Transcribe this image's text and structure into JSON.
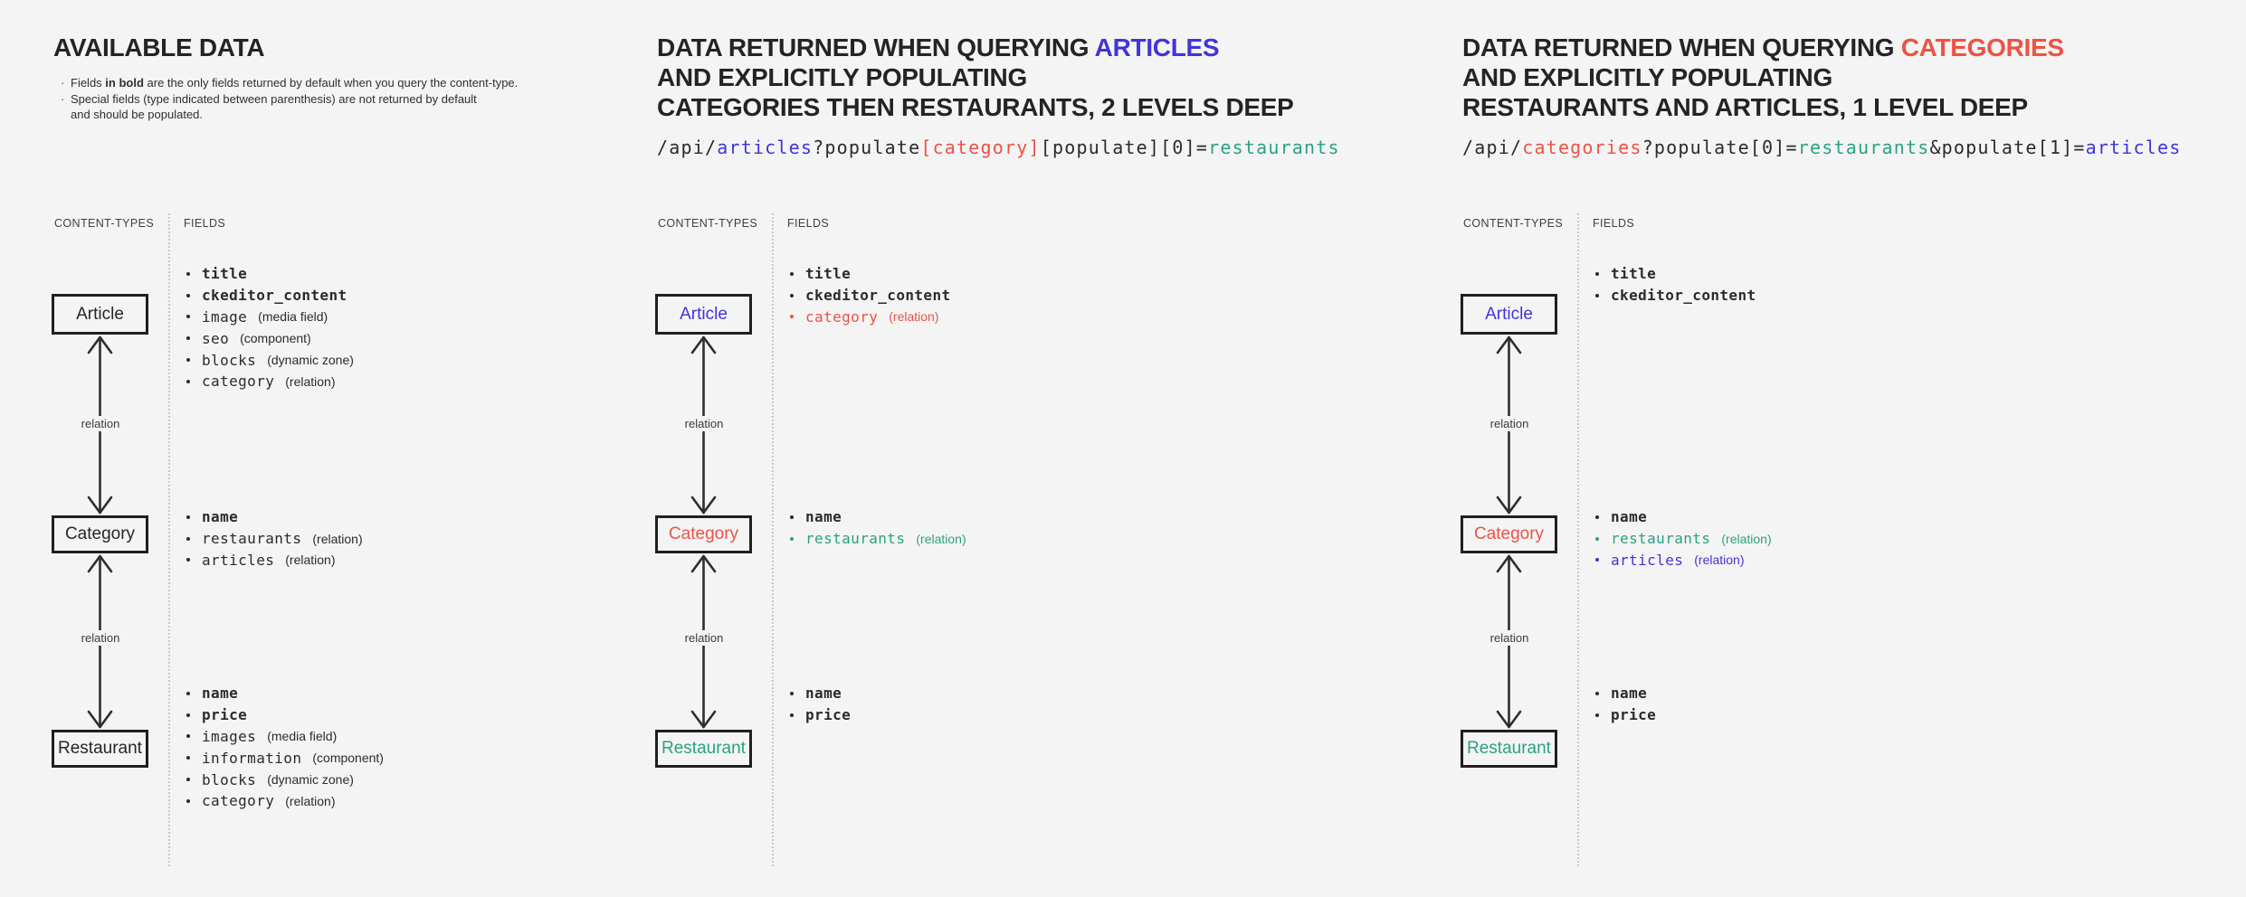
{
  "colors": {
    "background": "#f4f4f4",
    "ink": "#262626",
    "blue": "#4134d8",
    "red": "#ed5244",
    "teal": "#2aa283"
  },
  "col1": {
    "title": "AVAILABLE DATA",
    "note1": {
      "pre": "Fields ",
      "bold": "in bold",
      "post": " are the only fields returned by default when you query the content-type."
    },
    "note2": {
      "line1": "Special fields (type indicated between parenthesis) are not returned by default",
      "line2": "and should be populated."
    },
    "header_left": "CONTENT-TYPES",
    "header_right": "FIELDS",
    "relation1": "relation",
    "relation2": "relation",
    "box_article": {
      "label": "Article",
      "color": "#262626"
    },
    "box_category": {
      "label": "Category",
      "color": "#262626"
    },
    "box_restaurant": {
      "label": "Restaurant",
      "color": "#262626"
    },
    "article_fields": [
      {
        "name": "title",
        "type": "",
        "color": "#2b2b2b"
      },
      {
        "name": "ckeditor_content",
        "type": "",
        "color": "#2b2b2b"
      },
      {
        "name": "image",
        "type": "(media field)",
        "color": "#2b2b2b"
      },
      {
        "name": "seo",
        "type": "(component)",
        "color": "#2b2b2b"
      },
      {
        "name": "blocks",
        "type": "(dynamic zone)",
        "color": "#2b2b2b"
      },
      {
        "name": "category",
        "type": "(relation)",
        "color": "#2b2b2b"
      }
    ],
    "category_fields": [
      {
        "name": "name",
        "type": "",
        "color": "#2b2b2b"
      },
      {
        "name": "restaurants",
        "type": "(relation)",
        "color": "#2b2b2b"
      },
      {
        "name": "articles",
        "type": "(relation)",
        "color": "#2b2b2b"
      }
    ],
    "restaurant_fields": [
      {
        "name": "name",
        "type": "",
        "color": "#2b2b2b"
      },
      {
        "name": "price",
        "type": "",
        "color": "#2b2b2b"
      },
      {
        "name": "images",
        "type": "(media field)",
        "color": "#2b2b2b"
      },
      {
        "name": "information",
        "type": "(component)",
        "color": "#2b2b2b"
      },
      {
        "name": "blocks",
        "type": "(dynamic zone)",
        "color": "#2b2b2b"
      },
      {
        "name": "category",
        "type": "(relation)",
        "color": "#2b2b2b"
      }
    ]
  },
  "col2": {
    "title_line1": {
      "pre": "DATA RETURNED WHEN QUERYING ",
      "highlight": "ARTICLES",
      "highlight_color": "#4134d8"
    },
    "title_line2": "AND EXPLICITLY POPULATING",
    "title_line3": "CATEGORIES THEN RESTAURANTS, 2 LEVELS DEEP",
    "url": [
      {
        "t": "/api/",
        "c": "#2b2b2b"
      },
      {
        "t": "articles",
        "c": "#4134d8"
      },
      {
        "t": "?populate",
        "c": "#2b2b2b"
      },
      {
        "t": "[category]",
        "c": "#ed5244"
      },
      {
        "t": "[populate][0]=",
        "c": "#2b2b2b"
      },
      {
        "t": "restaurants",
        "c": "#2aa283"
      }
    ],
    "header_left": "CONTENT-TYPES",
    "header_right": "FIELDS",
    "relation1": "relation",
    "relation2": "relation",
    "box_article": {
      "label": "Article",
      "color": "#4134d8"
    },
    "box_category": {
      "label": "Category",
      "color": "#ed5244"
    },
    "box_restaurant": {
      "label": "Restaurant",
      "color": "#2aa283"
    },
    "article_fields": [
      {
        "name": "title",
        "type": "",
        "color": "#2b2b2b"
      },
      {
        "name": "ckeditor_content",
        "type": "",
        "color": "#2b2b2b"
      },
      {
        "name": "category",
        "type": "(relation)",
        "color": "#ed5244"
      }
    ],
    "category_fields": [
      {
        "name": "name",
        "type": "",
        "color": "#2b2b2b"
      },
      {
        "name": "restaurants",
        "type": "(relation)",
        "color": "#2aa283"
      }
    ],
    "restaurant_fields": [
      {
        "name": "name",
        "type": "",
        "color": "#2b2b2b"
      },
      {
        "name": "price",
        "type": "",
        "color": "#2b2b2b"
      }
    ]
  },
  "col3": {
    "title_line1": {
      "pre": "DATA RETURNED WHEN QUERYING ",
      "highlight": "CATEGORIES",
      "highlight_color": "#ed5244"
    },
    "title_line2": "AND EXPLICITLY POPULATING",
    "title_line3": "RESTAURANTS AND ARTICLES, 1 LEVEL DEEP",
    "url": [
      {
        "t": "/api/",
        "c": "#2b2b2b"
      },
      {
        "t": "categories",
        "c": "#ed5244"
      },
      {
        "t": "?populate[0]=",
        "c": "#2b2b2b"
      },
      {
        "t": "restaurants",
        "c": "#2aa283"
      },
      {
        "t": "&populate[1]=",
        "c": "#2b2b2b"
      },
      {
        "t": "articles",
        "c": "#4134d8"
      }
    ],
    "header_left": "CONTENT-TYPES",
    "header_right": "FIELDS",
    "relation1": "relation",
    "relation2": "relation",
    "box_article": {
      "label": "Article",
      "color": "#4134d8"
    },
    "box_category": {
      "label": "Category",
      "color": "#ed5244"
    },
    "box_restaurant": {
      "label": "Restaurant",
      "color": "#2aa283"
    },
    "article_fields": [
      {
        "name": "title",
        "type": "",
        "color": "#2b2b2b"
      },
      {
        "name": "ckeditor_content",
        "type": "",
        "color": "#2b2b2b"
      }
    ],
    "category_fields": [
      {
        "name": "name",
        "type": "",
        "color": "#2b2b2b"
      },
      {
        "name": "restaurants",
        "type": "(relation)",
        "color": "#2aa283"
      },
      {
        "name": "articles",
        "type": "(relation)",
        "color": "#4134d8"
      }
    ],
    "restaurant_fields": [
      {
        "name": "name",
        "type": "",
        "color": "#2b2b2b"
      },
      {
        "name": "price",
        "type": "",
        "color": "#2b2b2b"
      }
    ]
  }
}
